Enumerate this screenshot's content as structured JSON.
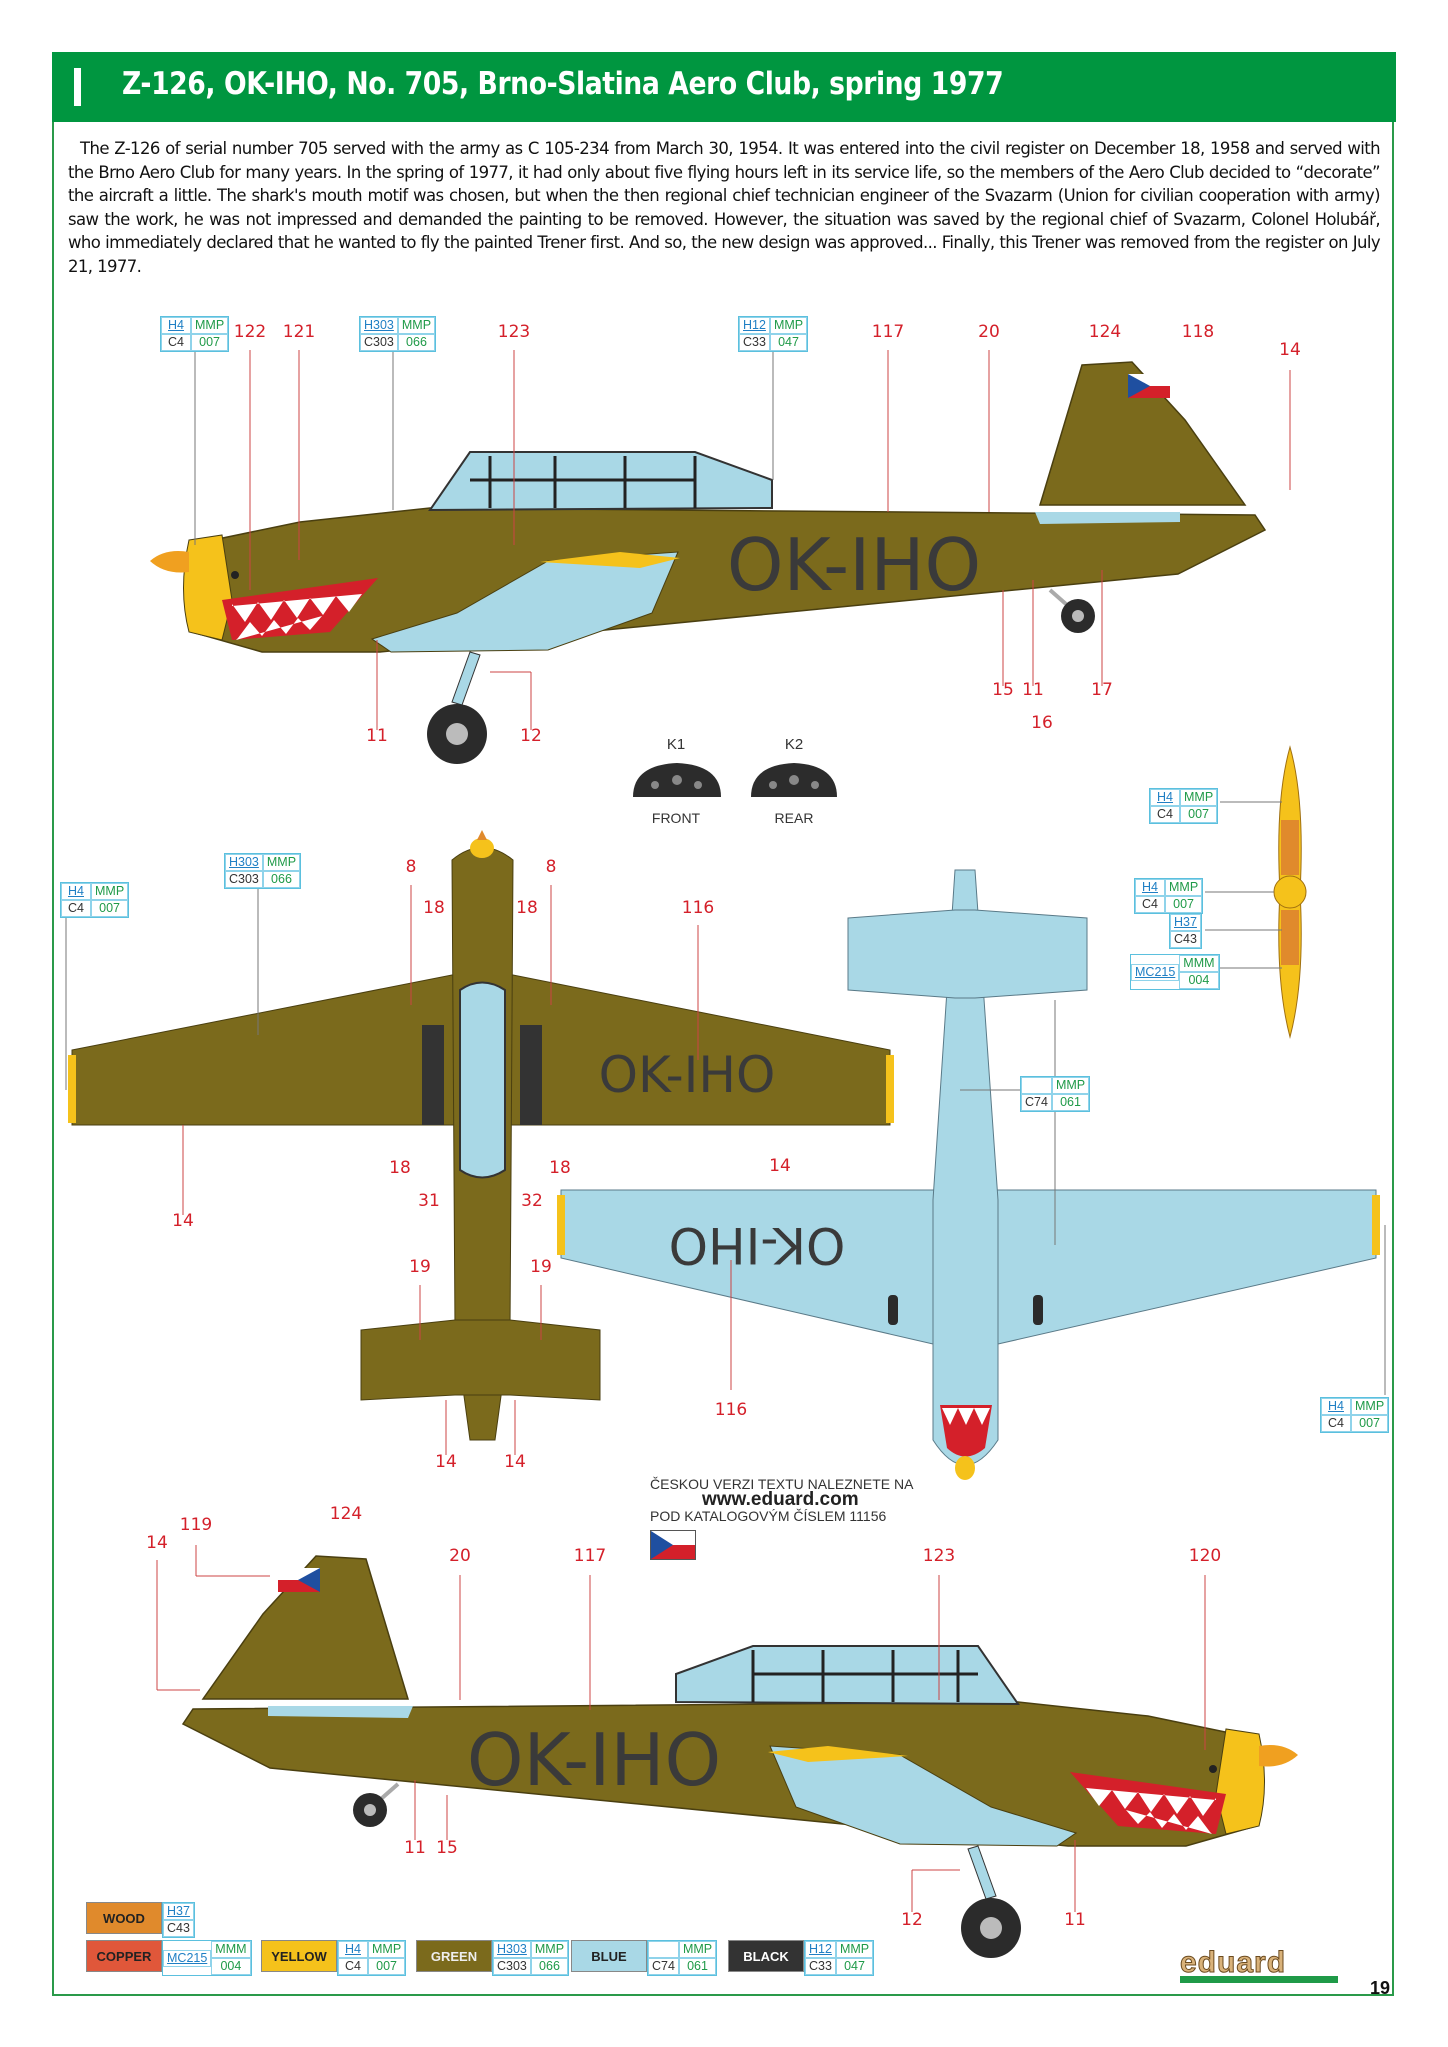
{
  "header": {
    "title": "Z-126, OK-IHO, No. 705, Brno-Slatina Aero Club, spring 1977"
  },
  "description": "The Z-126 of serial number 705 served with the army as C 105-234 from March 30, 1954. It was entered into the civil register on December 18, 1958 and served with the Brno Aero Club for many years. In the spring of 1977, it had only about five flying hours left in its service life, so the members of the Aero Club decided to “decorate” the aircraft a little. The shark's mouth motif was chosen, but when the then regional chief technician engineer of the Svazarm (Union for civilian cooperation with army) saw the work, he was not impressed and demanded the painting to be removed. However, the situation was saved by the regional chief of Svazarm, Colonel Holubář, who immediately declared that he wanted to fly the painted Trener first. And so, the new design was approved... Finally, this Trener was removed from the register on July 21, 1977.",
  "registration": "OK-IHO",
  "callouts": {
    "yellow": {
      "h": "H4",
      "mmp": "MMP",
      "c": "C4",
      "code": "007"
    },
    "green": {
      "h": "H303",
      "mmp": "MMP",
      "c": "C303",
      "code": "066"
    },
    "black": {
      "h": "H12",
      "mmp": "MMP",
      "c": "C33",
      "code": "047"
    },
    "blue": {
      "h": "",
      "mmp": "MMP",
      "c": "C74",
      "code": "061"
    },
    "wood": {
      "h": "H37",
      "c": "C43"
    },
    "copper": {
      "h": "MC215",
      "mmm": "MMM",
      "code": "004"
    }
  },
  "side1_labels": [
    "122",
    "121",
    "123",
    "117",
    "20",
    "124",
    "118",
    "14",
    "11",
    "12",
    "15",
    "11",
    "17",
    "16"
  ],
  "top_labels": [
    "8",
    "8",
    "18",
    "18",
    "116",
    "18",
    "31",
    "32",
    "18",
    "14",
    "14",
    "19",
    "19",
    "14",
    "14"
  ],
  "bottom_labels": [
    "116"
  ],
  "side2_labels": [
    "119",
    "124",
    "14",
    "20",
    "117",
    "123",
    "120",
    "11",
    "15",
    "12",
    "11"
  ],
  "panels": [
    {
      "code": "K1",
      "label": "FRONT"
    },
    {
      "code": "K2",
      "label": "REAR"
    }
  ],
  "czech": {
    "line1": "ČESKOU VERZI TEXTU NALEZNETE NA",
    "url": "www.eduard.com",
    "line2": "POD KATALOGOVÝM ČÍSLEM 11156"
  },
  "legend": {
    "wood": "WOOD",
    "copper": "COPPER",
    "yellow": "YELLOW",
    "green": "GREEN",
    "blue": "BLUE",
    "black": "BLACK"
  },
  "colors": {
    "header_green": "#009640",
    "olive": "#7b6a1c",
    "light_blue": "#a9d8e6",
    "yellow": "#f5c21b",
    "wood": "#e08a2c",
    "copper": "#e0573a",
    "black": "#333333",
    "label_red": "#d4202a"
  },
  "logo": "eduard",
  "page_number": "19"
}
